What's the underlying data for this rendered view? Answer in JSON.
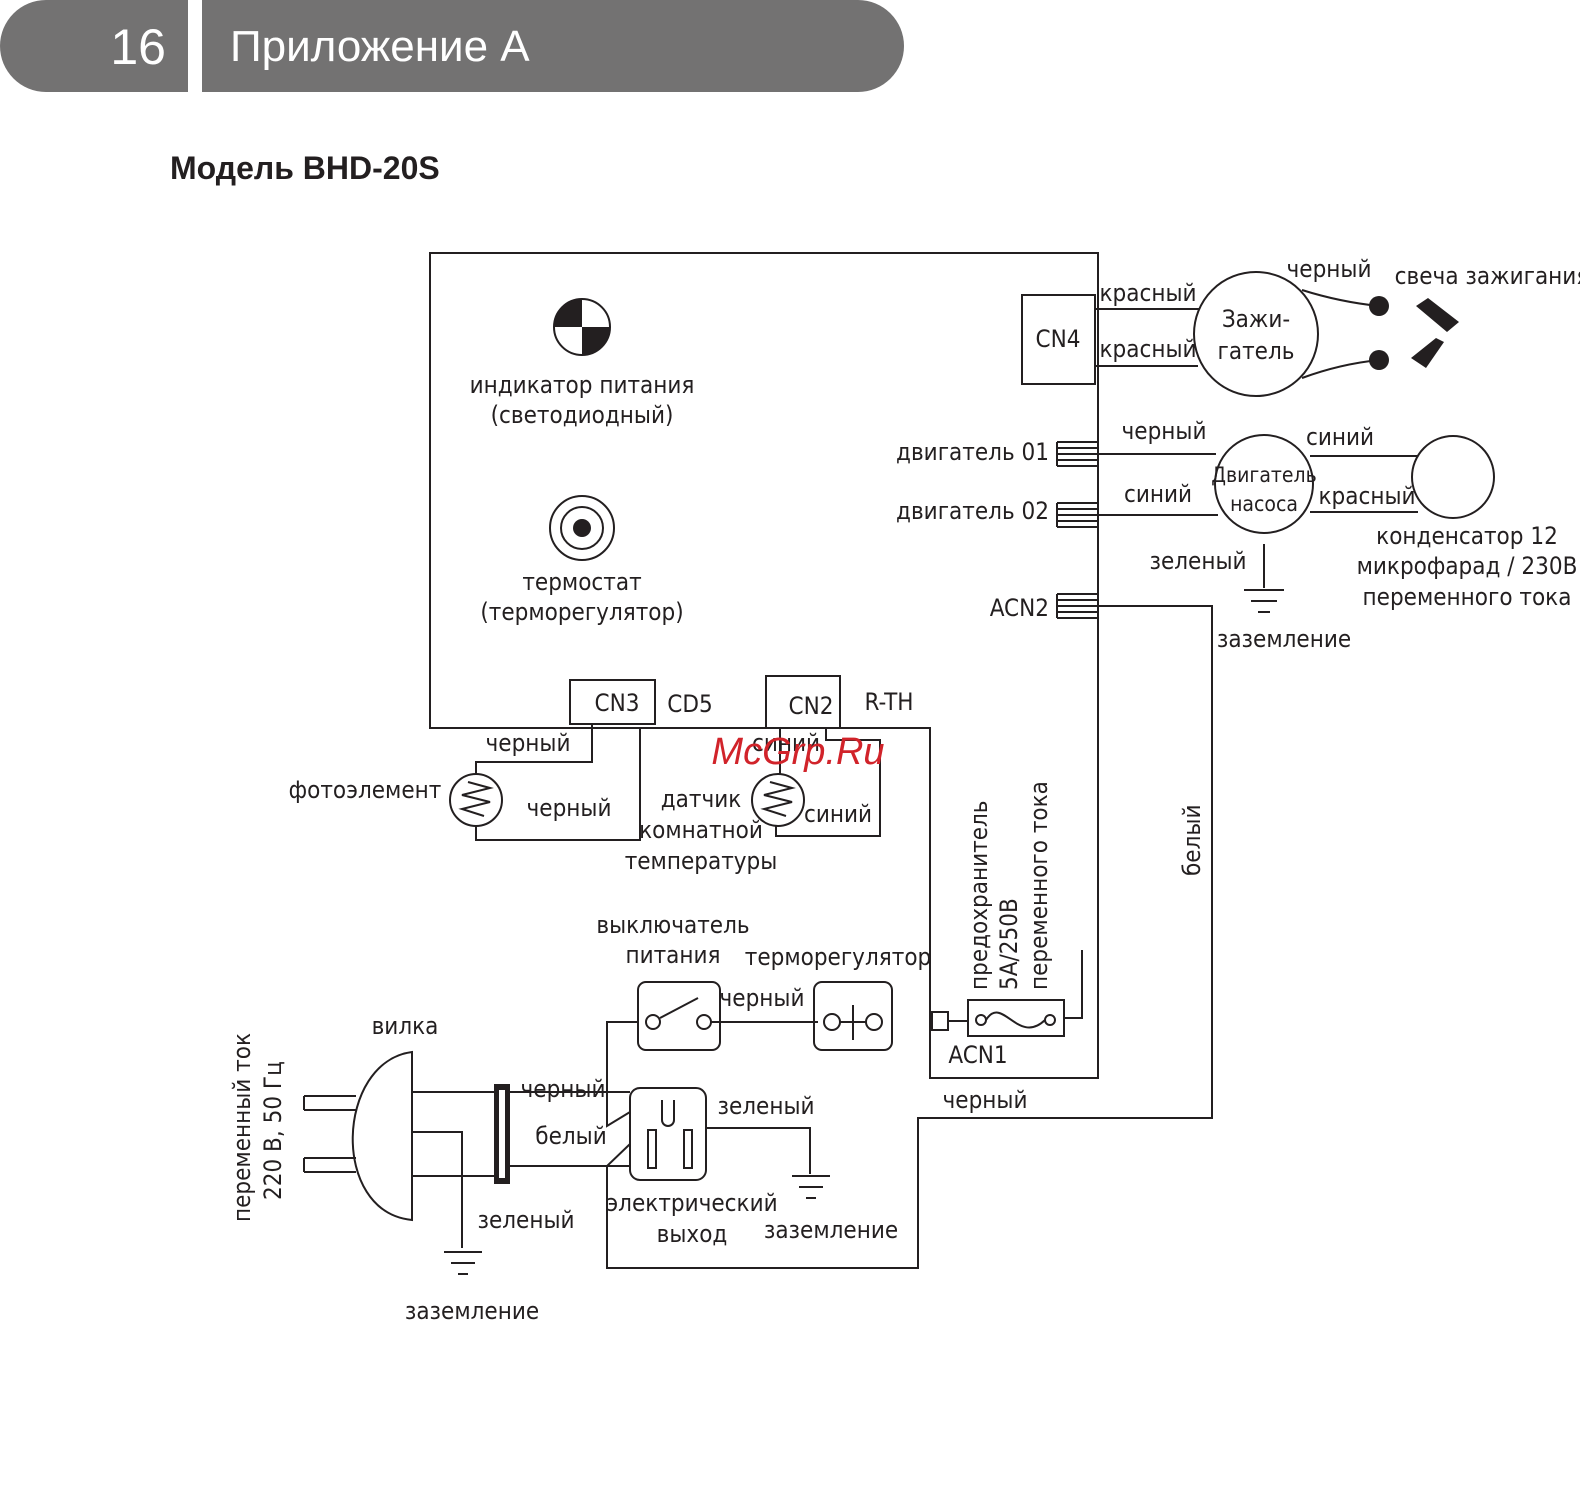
{
  "header": {
    "page_number": "16",
    "section_title": "Приложение А"
  },
  "model_title": "Модель BHD-20S",
  "watermark": "McGrp.Ru",
  "board": {
    "power_indicator": [
      "индикатор питания",
      "(светодиодный)"
    ],
    "thermostat": [
      "термостат",
      "(терморегулятор)"
    ],
    "cn4": "CN4",
    "cn3": "CN3",
    "cd5": "CD5",
    "cn2": "CN2",
    "rth": "R-TH",
    "motor01": "двигатель 01",
    "motor02": "двигатель 02",
    "acn2": "ACN2"
  },
  "wires": {
    "red": "красный",
    "black": "черный",
    "blue": "синий",
    "green": "зеленый",
    "white": "белый"
  },
  "components": {
    "igniter": [
      "Зажи-",
      "гатель"
    ],
    "spark_plug": "свеча зажигания",
    "pump_motor": [
      "Двигатель",
      "насоса"
    ],
    "capacitor": [
      "конденсатор 12",
      "микрофарад / 230В",
      "переменного тока"
    ],
    "ground": "заземление",
    "photocell": "фотоэлемент",
    "room_sensor": [
      "датчик",
      "комнатной",
      "температуры"
    ],
    "fuse": [
      "предохранитель",
      "5А/250В",
      "переменного тока"
    ],
    "acn1": "ACN1",
    "power_switch": [
      "выключатель",
      "питания"
    ],
    "thermoregulator": "терморегулятор",
    "plug": "вилка",
    "mains": [
      "переменный ток",
      "220 В, 50 Гц"
    ],
    "outlet": [
      "электрический",
      "выход"
    ]
  },
  "colors": {
    "header_bg": "#737272",
    "line": "#231f20",
    "watermark": "#d1232a"
  }
}
